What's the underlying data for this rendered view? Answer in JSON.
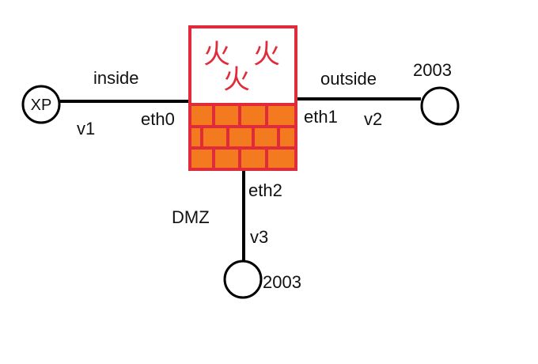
{
  "colors": {
    "line": "#000000",
    "firewall_border": "#e02c3a",
    "brick_fill": "#f47a20",
    "brick_mortar": "#e02c3a",
    "fire_glyph": "#e02c3a"
  },
  "firewall": {
    "icon": "firewall-icon",
    "glyphs": [
      "火",
      "火",
      "火"
    ]
  },
  "nodes": {
    "xp": {
      "label": "XP"
    },
    "outside_host": {
      "label": "2003"
    },
    "dmz_host": {
      "label": "2003"
    }
  },
  "links": {
    "inside": {
      "zone": "inside",
      "interface": "eth0",
      "vlan": "v1"
    },
    "outside": {
      "zone": "outside",
      "interface": "eth1",
      "vlan": "v2"
    },
    "dmz": {
      "zone": "DMZ",
      "interface": "eth2",
      "vlan": "v3"
    }
  }
}
